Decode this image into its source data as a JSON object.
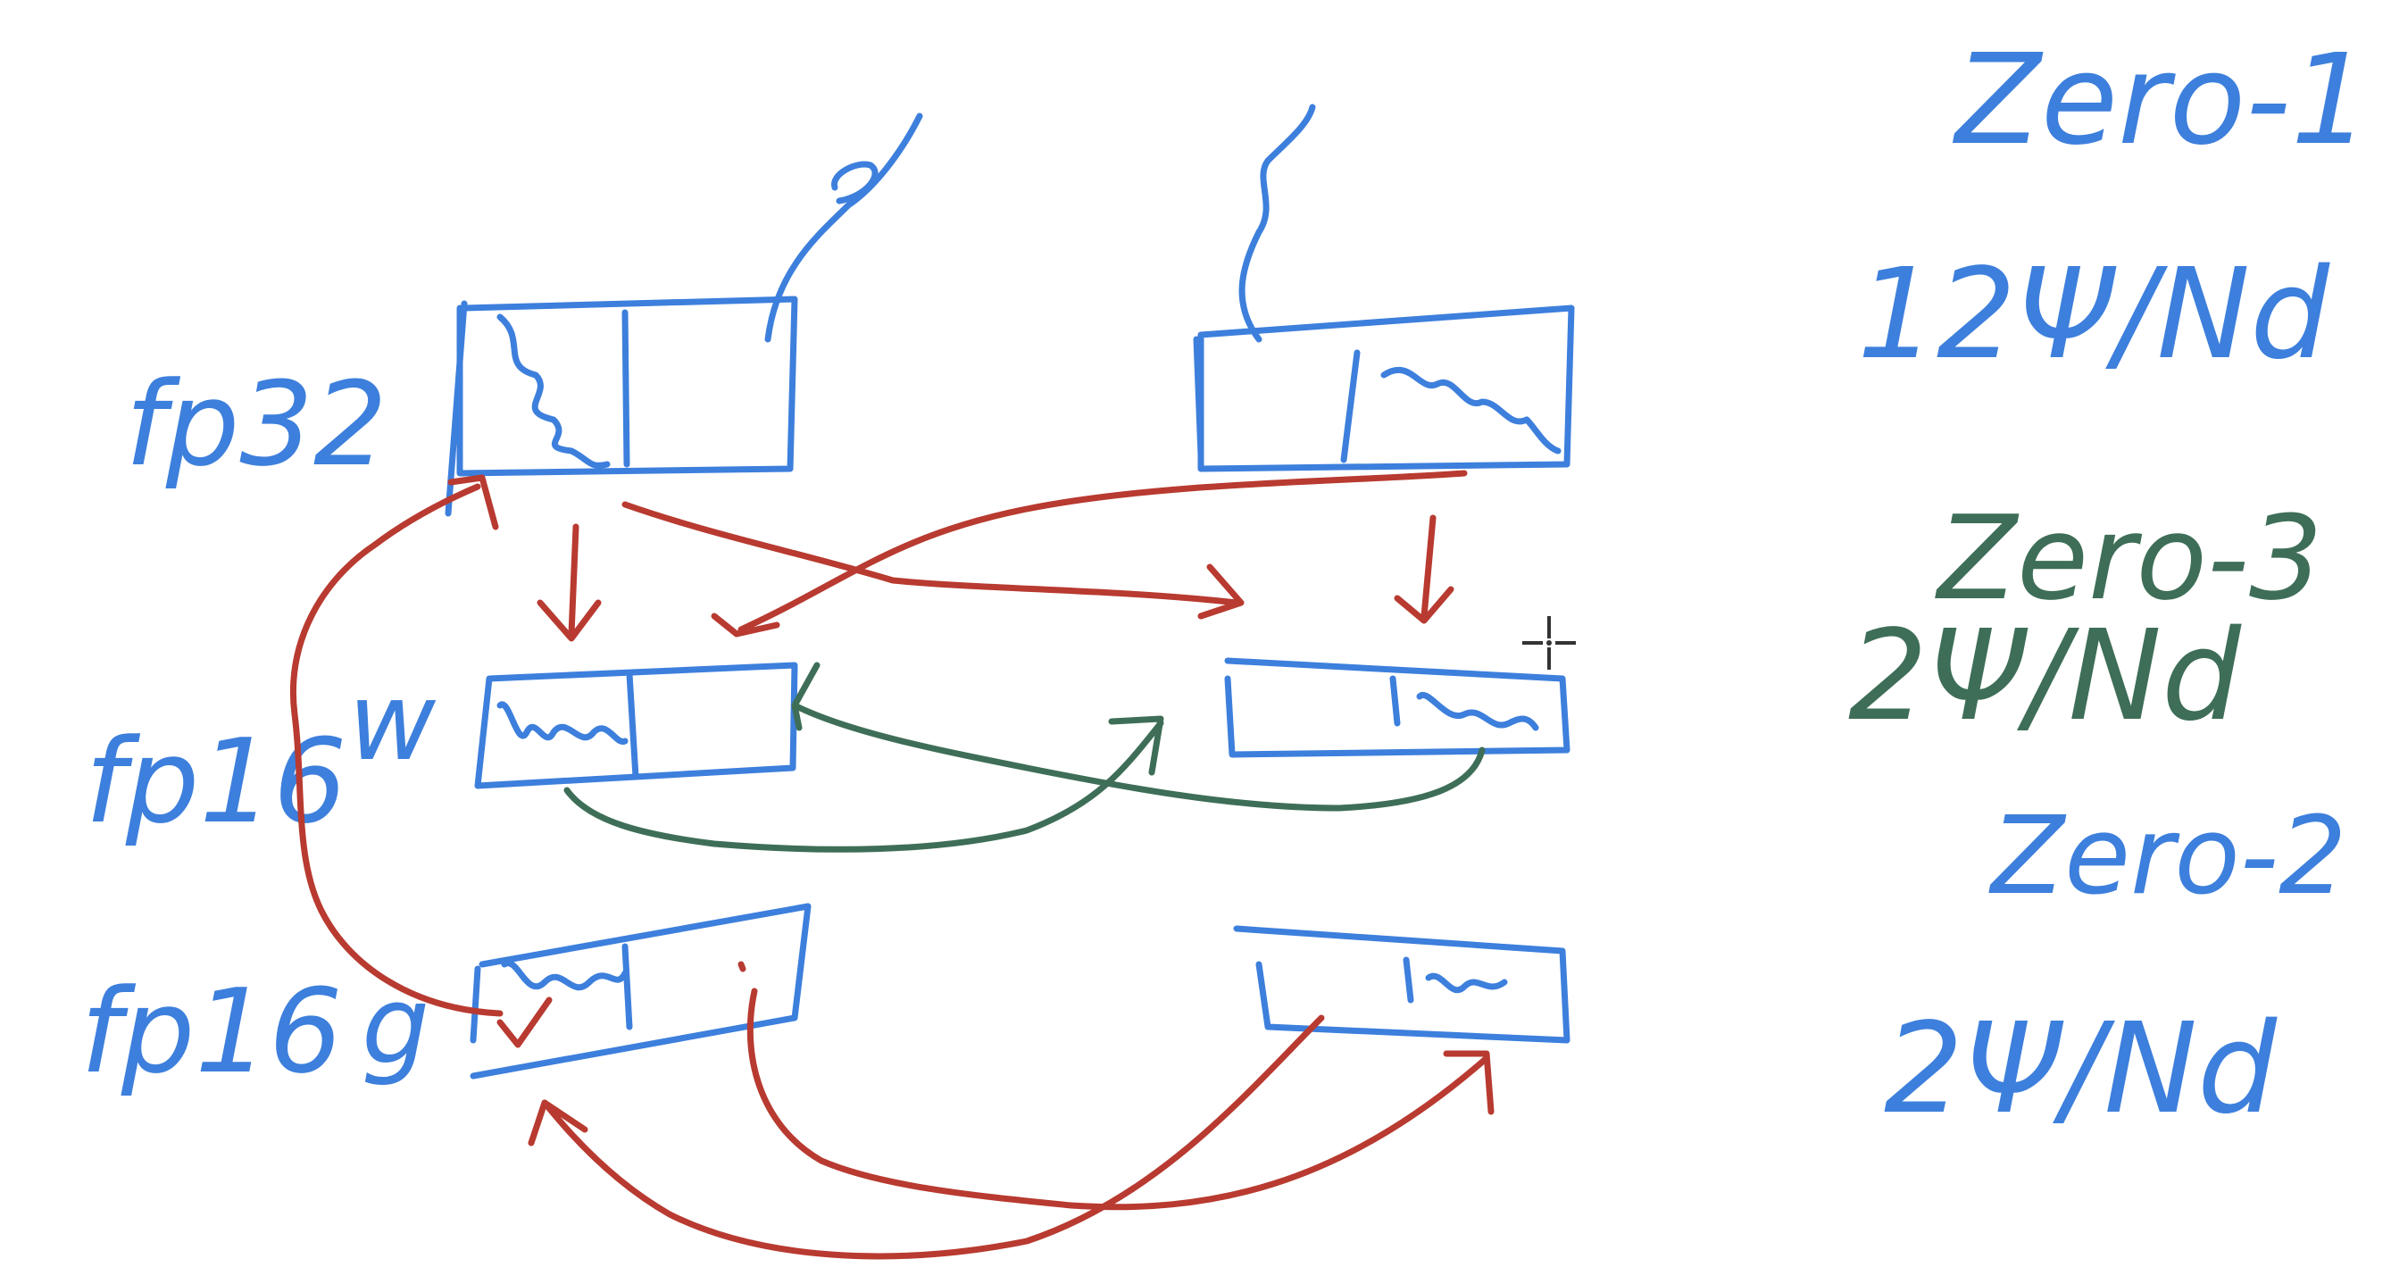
{
  "labels": {
    "fp32": "fp32",
    "fp16_w": "fp16",
    "w": "w",
    "fp16_g": "fp16",
    "g": "g"
  },
  "stages": [
    {
      "name": "Zero-1",
      "memory": "12Ψ/Nd",
      "color": "#3d7fdc"
    },
    {
      "name": "Zero-3",
      "memory": "2Ψ/Nd",
      "color": "#3e6e57"
    },
    {
      "name": "Zero-2",
      "memory": "2Ψ/Nd",
      "color": "#3d7fdc"
    }
  ],
  "colors": {
    "blue": "#3d7fdc",
    "red": "#b83a30",
    "green": "#3e6e57",
    "background": "#ffffff"
  },
  "icons": {
    "cursor": "crosshair-cursor-icon"
  }
}
